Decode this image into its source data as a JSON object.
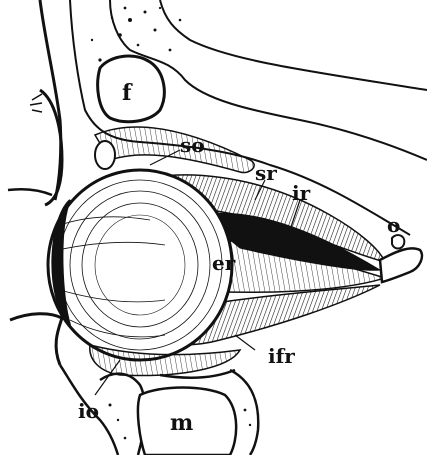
{
  "labels": {
    "f": "f",
    "so": "so",
    "sr": "sr",
    "ir": "ir",
    "o": "o",
    "er": "er",
    "ifr": "ifr",
    "io": "io",
    "m": "m"
  },
  "colors": {
    "ink": "#111111",
    "paper": "#ffffff"
  }
}
